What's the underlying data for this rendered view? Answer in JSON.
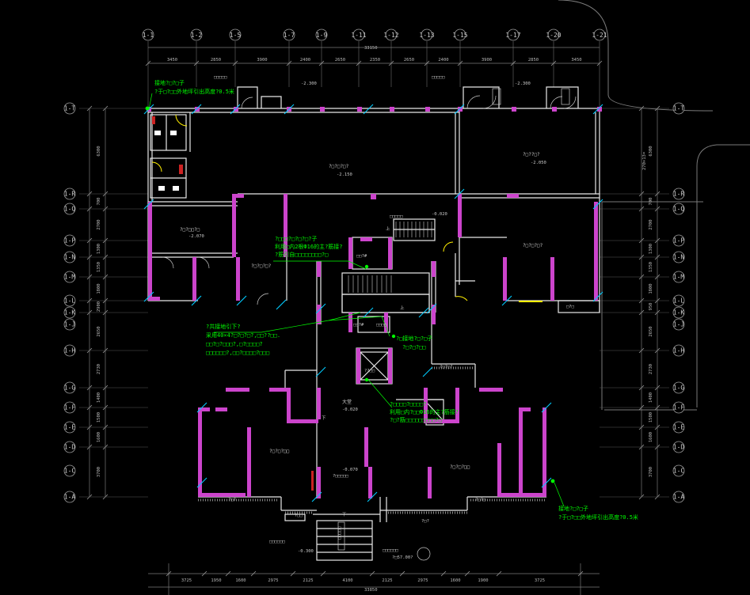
{
  "grid_top": [
    {
      "label": "1-1"
    },
    {
      "label": "1-2"
    },
    {
      "label": "1-5"
    },
    {
      "label": "1-7"
    },
    {
      "label": "1-9"
    },
    {
      "label": "1-11"
    },
    {
      "label": "1-12"
    },
    {
      "label": "1-13"
    },
    {
      "label": "1-15"
    },
    {
      "label": "1-17"
    },
    {
      "label": "1-20"
    },
    {
      "label": "1-21"
    }
  ],
  "top_dims": [
    "3450",
    "2850",
    "3900",
    "2400",
    "2650",
    "2350",
    "2650",
    "2400",
    "3900",
    "2850",
    "3450"
  ],
  "top_total": "33150",
  "bottom_dims": [
    "3725",
    "1950",
    "1600",
    "2975",
    "2125",
    "4100",
    "2125",
    "2975",
    "1600",
    "1900",
    "3725"
  ],
  "bottom_total": "33850",
  "grid_left": [
    {
      "label": "1-T"
    },
    {
      "label": "1-R"
    },
    {
      "label": "1-Q"
    },
    {
      "label": "1-P"
    },
    {
      "label": "1-N"
    },
    {
      "label": "1-M"
    },
    {
      "label": "1-L"
    },
    {
      "label": "1-K"
    },
    {
      "label": "1-J"
    },
    {
      "label": "1-H"
    },
    {
      "label": "1-G"
    },
    {
      "label": "1-F"
    },
    {
      "label": "1-E"
    },
    {
      "label": "1-D"
    },
    {
      "label": "1-C"
    },
    {
      "label": "1-A"
    }
  ],
  "left_dims": [
    "6300",
    "700",
    "2700",
    "1300",
    "1350",
    "1800",
    "2900",
    "2650",
    "2730",
    "1400",
    "1500",
    "1600",
    "3700"
  ],
  "right_dims": [
    "6300",
    "700",
    "2700",
    "1300",
    "1350",
    "1800",
    "950",
    "2650",
    "2730",
    "1400",
    "1500",
    "1600",
    "3700"
  ],
  "right_side_note": "270×13=",
  "top_level_marks": [
    "-2.300",
    "-2.300"
  ],
  "top_small_labels": [
    "□□□□□",
    "□□□□□"
  ],
  "rooms": {
    "r1": "?□?□?□?",
    "r1_level": "-2.150",
    "r2": "?□??□?",
    "r2_level": "-2.050",
    "r3": "?□?□□?□",
    "r3_level": "-2.070",
    "r4": "?□?□?□?",
    "r5": "?□?□?□?",
    "r6": "□□□□",
    "r7": "?□?□?□?",
    "r8": "??□□",
    "r9": "?□?□?",
    "lobby": "大堂",
    "lobby_level": "-0.020",
    "lobby2": "?□□□□□",
    "lobby2_level": "-0.070",
    "left_flat": "?□?□?□□",
    "left_flat_level": "□□□",
    "right_flat": "?□?□?□□",
    "shaft1": "□□?#",
    "shaft2": "□□?#",
    "stair_top": "□□□□□",
    "stair_level": "-0.020",
    "bot_level": "-0.300",
    "bot_label": "□□□□□□",
    "bot_label2": "□□□□□□",
    "bot_ref": "?□57.00?",
    "top_right_x1": "□",
    "top_right_x2": "□",
    "up_mark": "上",
    "down_mark": "下",
    "down_mark2": "下",
    "vert_label": "□□□□□",
    "small_sign": "□?□",
    "bot_small1": "?□?",
    "bot_small2": "?□?",
    "bot_small3": "?□?□",
    "bot_small4": "?□□"
  },
  "notes": {
    "n1_l1": "接地?□?□子",
    "n1_l2": "?于□?□□外地坪引出高度?0.5米",
    "n2_l1": "?□□□?□?□?□?子",
    "n2_l2": "利用□内2根Ф16的主?筋接?",
    "n2_l3": "?筋引自□□□□□□□□?□",
    "n3_l1": "?共接地引下?",
    "n3_l2": "采用40×4?□?□?□?,□□??□□.",
    "n3_l3": "□□?□?□□□?,□?□□□□?",
    "n3_l4": "□□□□□□?,□□?□□□□?□□□",
    "n4_l1": "?□接地?□?□子",
    "n4_l2": "?□?□?□□",
    "n5_l1": "?□□□□?□□□□?",
    "n5_l2": "利用□内?□□Ф16的主?筋接?",
    "n5_l3": "?□?筋□□□□□□□□□?□",
    "n6_l1": "接地?□?□子",
    "n6_l2": "?于□?□□外地坪引出高度?0.5米"
  },
  "colors": {
    "background": "#000000",
    "wall": "#ffffff",
    "column": "#cc44cc",
    "grid": "#8a8a8a",
    "annotation": "#00ff00",
    "cut_line": "#00ccff",
    "door": "#ffee00",
    "boundary": "#8a8a8a"
  }
}
